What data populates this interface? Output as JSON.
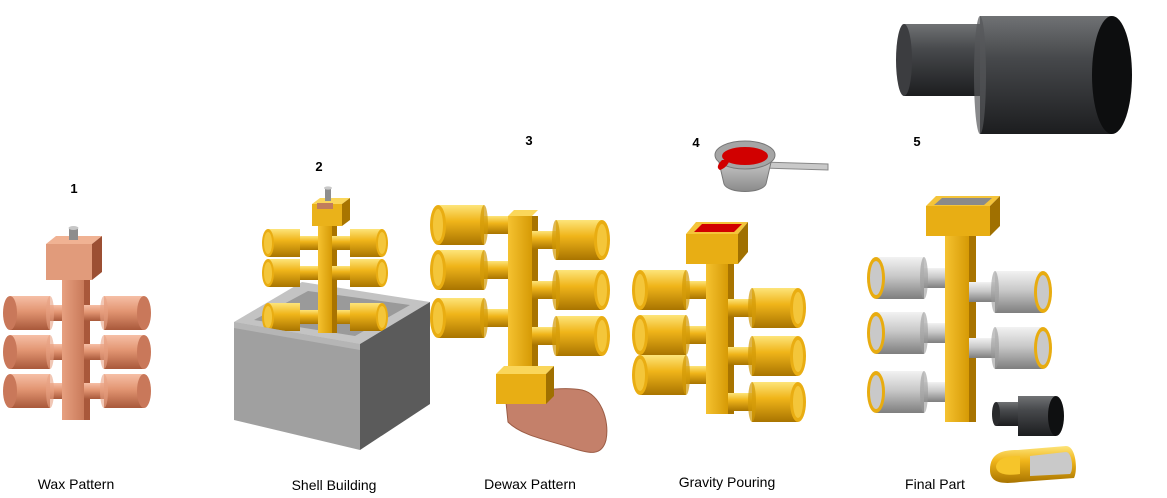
{
  "steps": [
    {
      "number": "1",
      "caption": "Wax Pattern"
    },
    {
      "number": "2",
      "caption": "Shell Building"
    },
    {
      "number": "3",
      "caption": "Dewax Pattern"
    },
    {
      "number": "4",
      "caption": "Gravity Pouring"
    },
    {
      "number": "5",
      "caption": "Final Part"
    }
  ],
  "colors": {
    "wax": "#d98b6b",
    "wax_dark": "#b86a4c",
    "gold": "#e5aa0c",
    "gold_light": "#f7cf3f",
    "gold_dark": "#b07e05",
    "shell_face": "#9c9c9c",
    "shell_side": "#5e5e5e",
    "shell_top": "#c4c4c4",
    "metal_red": "#c80000",
    "steel": "#c8c8c8",
    "dark_part": "#3a3b3d"
  }
}
